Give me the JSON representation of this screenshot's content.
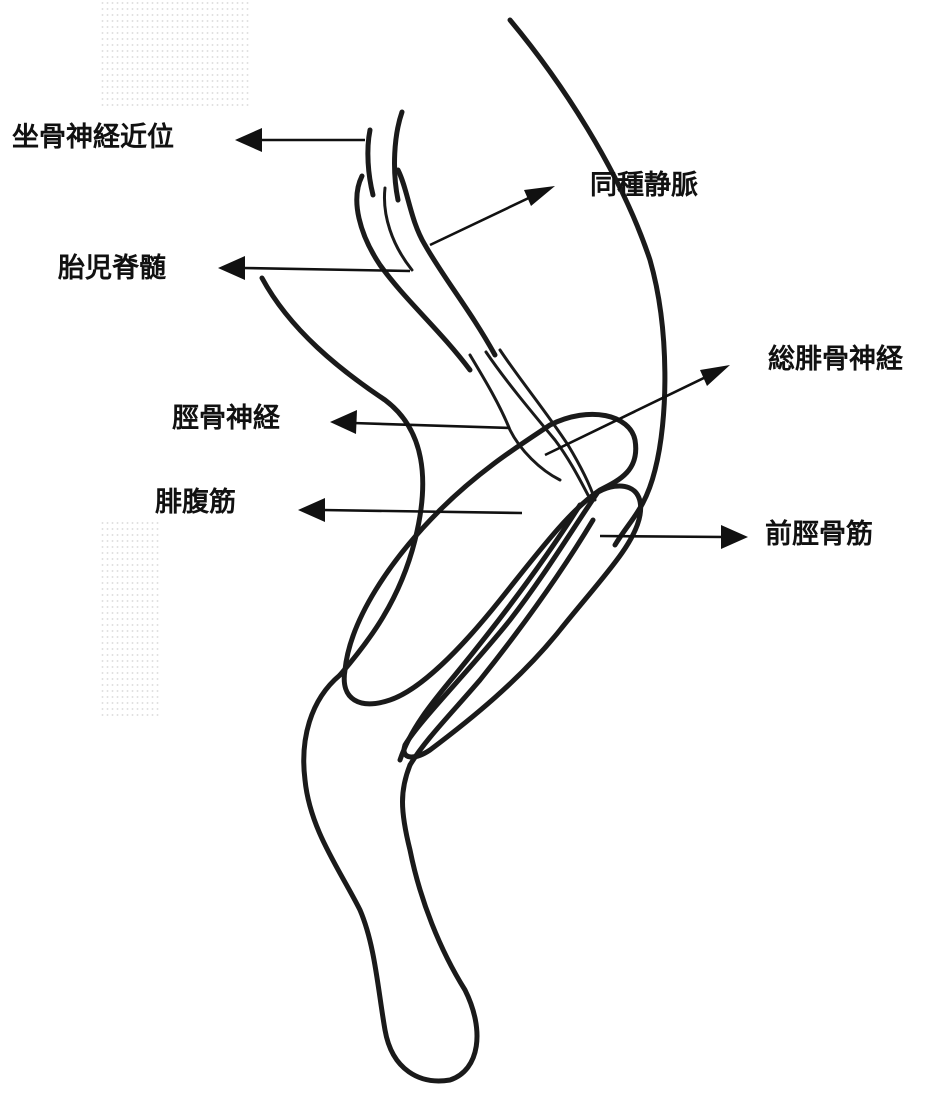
{
  "labels": {
    "sciatic_nerve_proximal": "坐骨神経近位",
    "allogeneic_vein": "同種静脈",
    "fetal_spinal_cord": "胎児脊髄",
    "common_peroneal_nerve": "総腓骨神経",
    "tibial_nerve": "脛骨神経",
    "gastrocnemius_muscle": "腓腹筋",
    "tibialis_anterior_muscle": "前脛骨筋"
  },
  "colors": {
    "ink": "#1a1a1a",
    "background": "#ffffff"
  }
}
